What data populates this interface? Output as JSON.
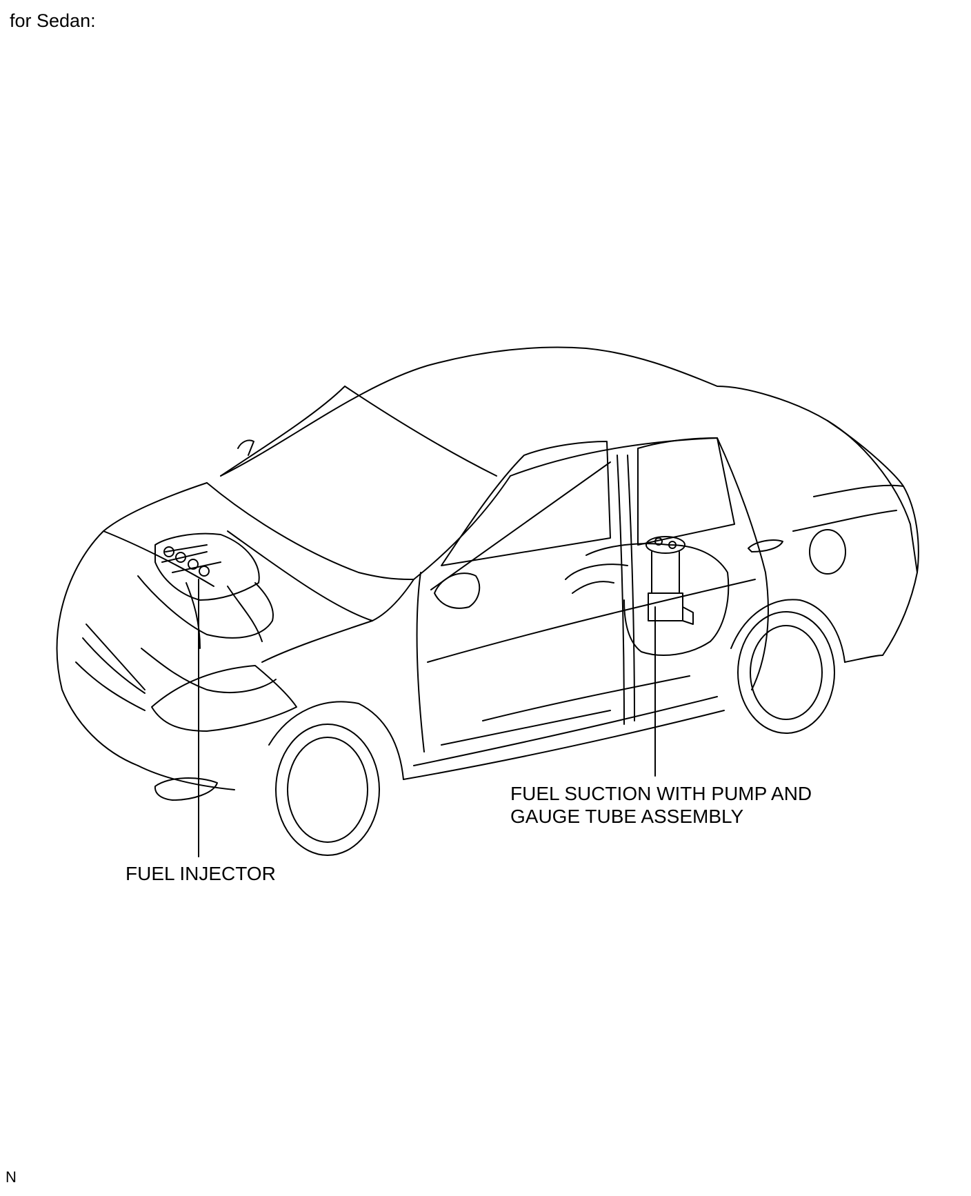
{
  "header": {
    "text": "for Sedan:"
  },
  "callouts": {
    "fuel_injector": "FUEL INJECTOR",
    "fuel_pump_line1": "FUEL SUCTION WITH PUMP AND",
    "fuel_pump_line2": "GAUGE TUBE ASSEMBLY"
  },
  "footer": {
    "code": "N"
  },
  "colors": {
    "line": "#000000",
    "background": "#ffffff"
  }
}
